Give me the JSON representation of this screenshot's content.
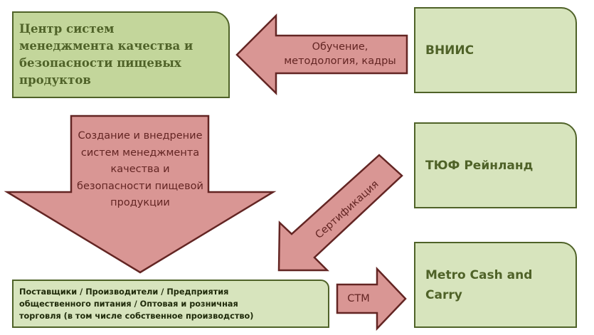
{
  "colors": {
    "box_dark": "#c3d69b",
    "box_light": "#d7e4bd",
    "box_border": "#4f6228",
    "arrow_fill": "#d99694",
    "arrow_border": "#632523"
  },
  "boxes": {
    "center": "Центр систем менеджмента качества и безопасности пищевых продуктов",
    "vniis": "ВНИИС",
    "tuv": "ТЮФ Рейнланд",
    "metro": "Metro Cash and Carry",
    "suppliers": "Поставщики / Производители / Предприятия общественного питания / Оптовая и розничная торговля (в том числе собственное производство)"
  },
  "arrows": {
    "training": "Обучение, методология, кадры",
    "creation": "Создание и внедрение систем менеджмента качества и безопасности пищевой продукции",
    "certification": "Сертификация",
    "stm": "СТМ"
  }
}
